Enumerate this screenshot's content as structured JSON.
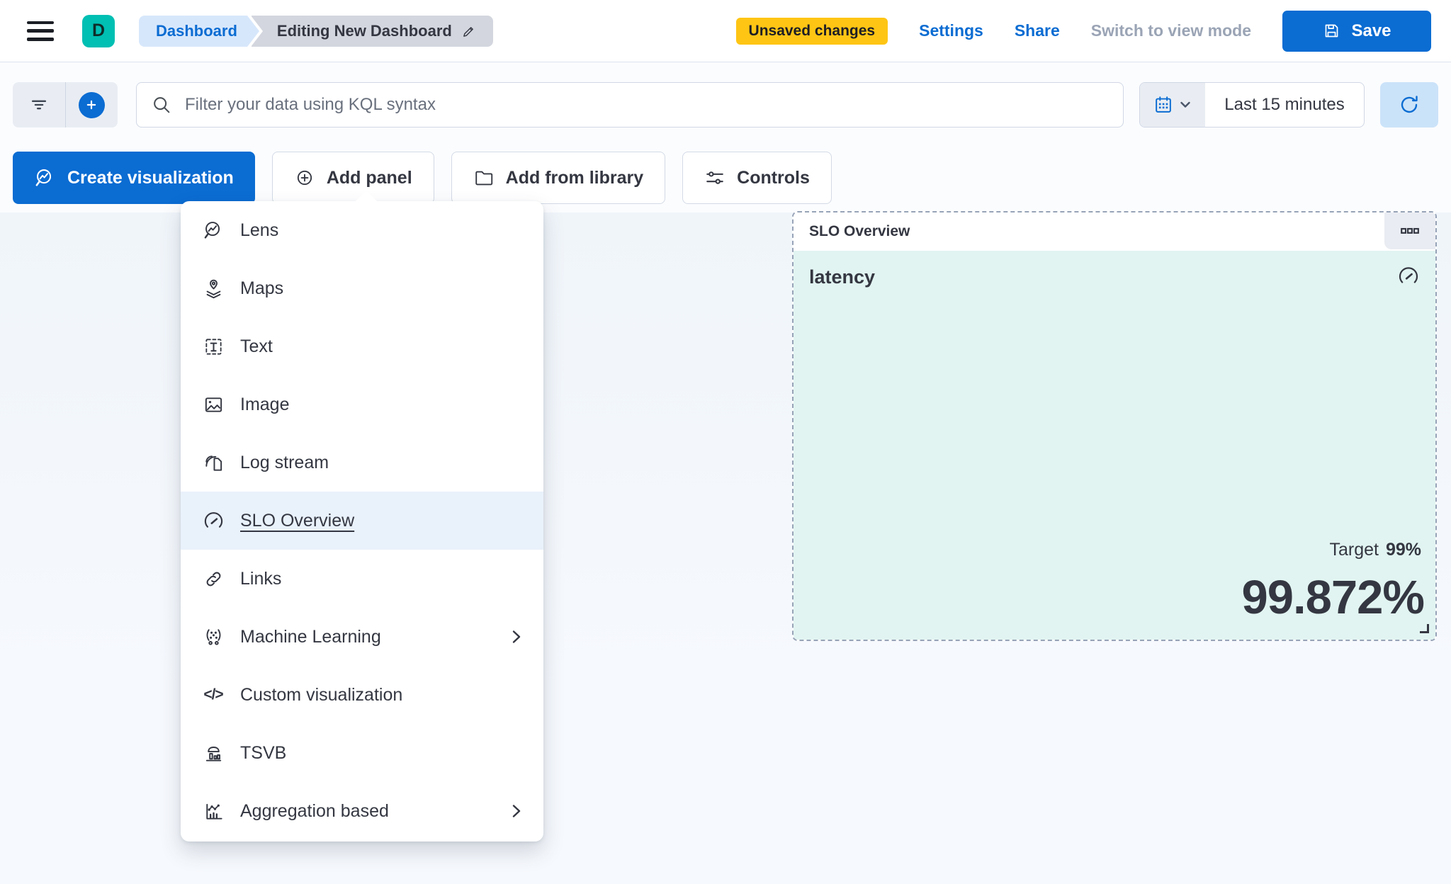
{
  "header": {
    "avatar_initial": "D",
    "breadcrumbs": [
      "Dashboard",
      "Editing New Dashboard"
    ],
    "unsaved_badge": "Unsaved changes",
    "settings_label": "Settings",
    "share_label": "Share",
    "switch_view_label": "Switch to view mode",
    "save_label": "Save"
  },
  "query_bar": {
    "placeholder": "Filter your data using KQL syntax",
    "time_range": "Last 15 minutes"
  },
  "toolbar": {
    "create_visualization": "Create visualization",
    "add_panel": "Add panel",
    "add_from_library": "Add from library",
    "controls": "Controls"
  },
  "add_panel_menu": {
    "items": [
      {
        "label": "Lens",
        "icon": "lens-icon",
        "selected": false,
        "has_submenu": false
      },
      {
        "label": "Maps",
        "icon": "maps-icon",
        "selected": false,
        "has_submenu": false
      },
      {
        "label": "Text",
        "icon": "text-icon",
        "selected": false,
        "has_submenu": false
      },
      {
        "label": "Image",
        "icon": "image-icon",
        "selected": false,
        "has_submenu": false
      },
      {
        "label": "Log stream",
        "icon": "log-stream-icon",
        "selected": false,
        "has_submenu": false
      },
      {
        "label": "SLO Overview",
        "icon": "gauge-icon",
        "selected": true,
        "has_submenu": false
      },
      {
        "label": "Links",
        "icon": "link-icon",
        "selected": false,
        "has_submenu": false
      },
      {
        "label": "Machine Learning",
        "icon": "machine-learning-icon",
        "selected": false,
        "has_submenu": true
      },
      {
        "label": "Custom visualization",
        "icon": "code-icon",
        "selected": false,
        "has_submenu": false
      },
      {
        "label": "TSVB",
        "icon": "tsvb-icon",
        "selected": false,
        "has_submenu": false
      },
      {
        "label": "Aggregation based",
        "icon": "aggregation-icon",
        "selected": false,
        "has_submenu": true
      }
    ]
  },
  "slo_panel": {
    "title": "SLO Overview",
    "metric_name": "latency",
    "target_label": "Target",
    "target_value": "99%",
    "metric_value": "99.872%"
  },
  "colors": {
    "primary_blue": "#0B6CD2",
    "avatar_teal": "#00BFB3",
    "warning_yellow": "#FEC514",
    "panel_teal_bg": "#E1F4F1",
    "menu_highlight": "#E9F1FB",
    "text_dark": "#343741",
    "subdued_gray": "#9AA4B5"
  }
}
